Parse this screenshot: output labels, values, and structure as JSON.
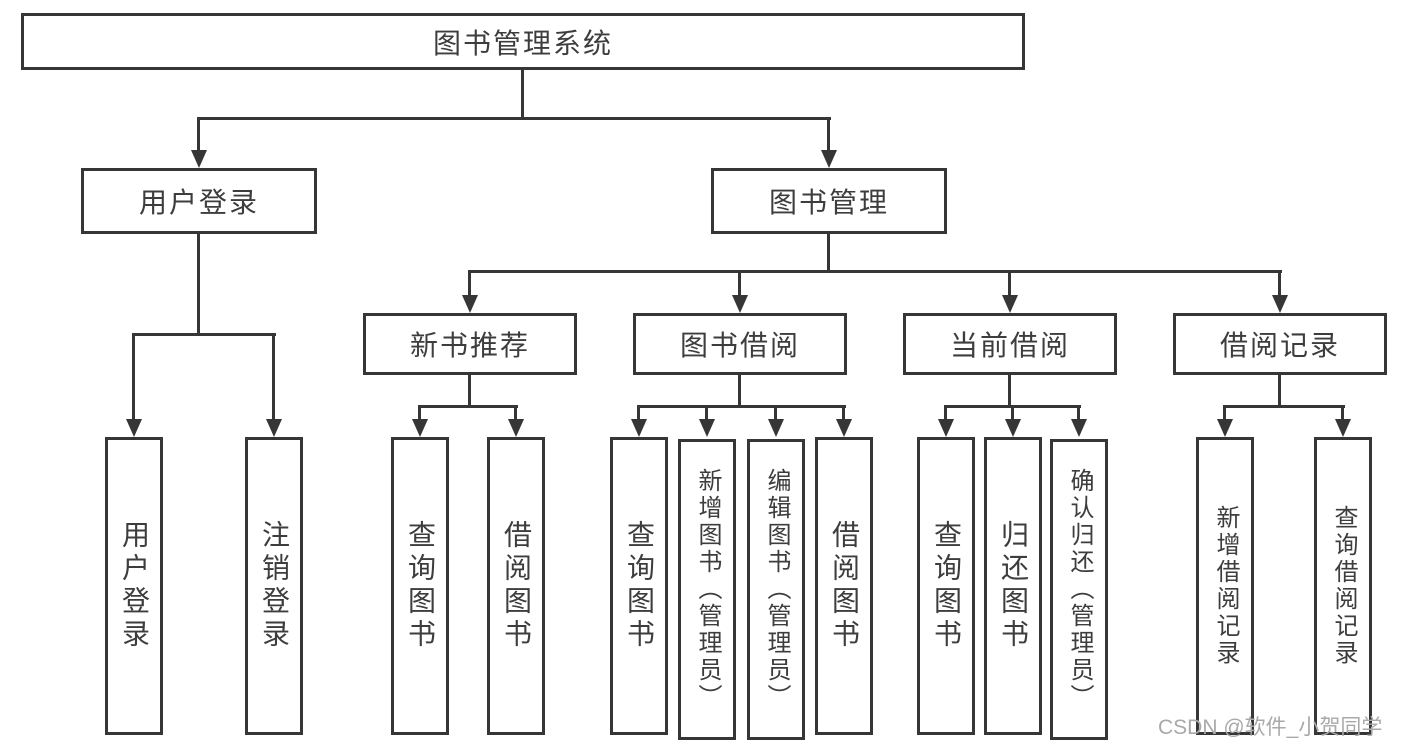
{
  "tree": {
    "label": "图书管理系统",
    "children": [
      {
        "label": "用户登录",
        "children": [
          {
            "label": "用户登录"
          },
          {
            "label": "注销登录"
          }
        ]
      },
      {
        "label": "图书管理",
        "children": [
          {
            "label": "新书推荐",
            "children": [
              {
                "label": "查询图书"
              },
              {
                "label": "借阅图书"
              }
            ]
          },
          {
            "label": "图书借阅",
            "children": [
              {
                "label": "查询图书"
              },
              {
                "label": "新增图书（管理员）"
              },
              {
                "label": "编辑图书（管理员）"
              },
              {
                "label": "借阅图书"
              }
            ]
          },
          {
            "label": "当前借阅",
            "children": [
              {
                "label": "查询图书"
              },
              {
                "label": "归还图书"
              },
              {
                "label": "确认归还（管理员）"
              }
            ]
          },
          {
            "label": "借阅记录",
            "children": [
              {
                "label": "新增借阅记录"
              },
              {
                "label": "查询借阅记录"
              }
            ]
          }
        ]
      }
    ]
  },
  "watermark": {
    "text": "CSDN @软件_小贺同学"
  },
  "colors": {
    "line": "#363636",
    "box_border": "#363636",
    "text": "#3d3d3d",
    "watermark": "#a9a9a9",
    "background": "#ffffff"
  }
}
